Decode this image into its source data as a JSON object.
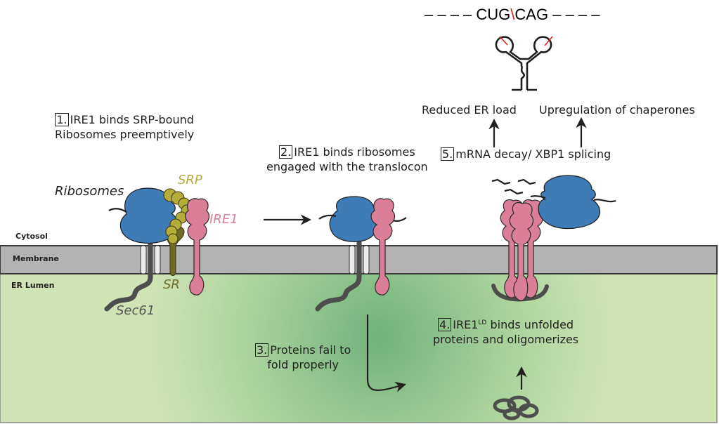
{
  "regions": {
    "cytosol": "Cytosol",
    "membrane": "Membrane",
    "lumen": "ER Lumen"
  },
  "molecule_labels": {
    "ribosomes": "Ribosomes",
    "srp": "SRP",
    "ire1": "IRE1",
    "sr": "SR",
    "sec61": "Sec61"
  },
  "steps": [
    {
      "number": "1.",
      "line1": "IRE1 binds SRP-bound",
      "line2": "Ribosomes preemptively"
    },
    {
      "number": "2.",
      "line1": "IRE1 binds ribosomes",
      "line2": "engaged with the translocon"
    },
    {
      "number": "3.",
      "line1": "Proteins fail to",
      "line2": "fold properly"
    },
    {
      "number": "4.",
      "line1_prefix": "IRE1",
      "line1_sup": "LD",
      "line1_suffix": " binds unfolded",
      "line2": "proteins and oligomerizes"
    },
    {
      "number": "5.",
      "line1": "mRNA decay/ XBP1 splicing"
    }
  ],
  "outcomes": {
    "left": "Reduced ER load",
    "right": "Upregulation of chaperones"
  },
  "sequence": {
    "left_dashes": "– – – –",
    "left": "CUG",
    "cut": "\\",
    "right": "CAG",
    "right_dashes": "– – – –"
  },
  "colors": {
    "ribosome": "#3f7bb5",
    "ire1": "#db7f98",
    "srp": "#b5ad3a",
    "sr": "#6f6a24",
    "membrane": "#b3b3b3",
    "lumen": "#cfe3b4",
    "lumen_center": "#77b480",
    "cut_mark": "#e2231a",
    "chain": "#4d4d4d"
  }
}
